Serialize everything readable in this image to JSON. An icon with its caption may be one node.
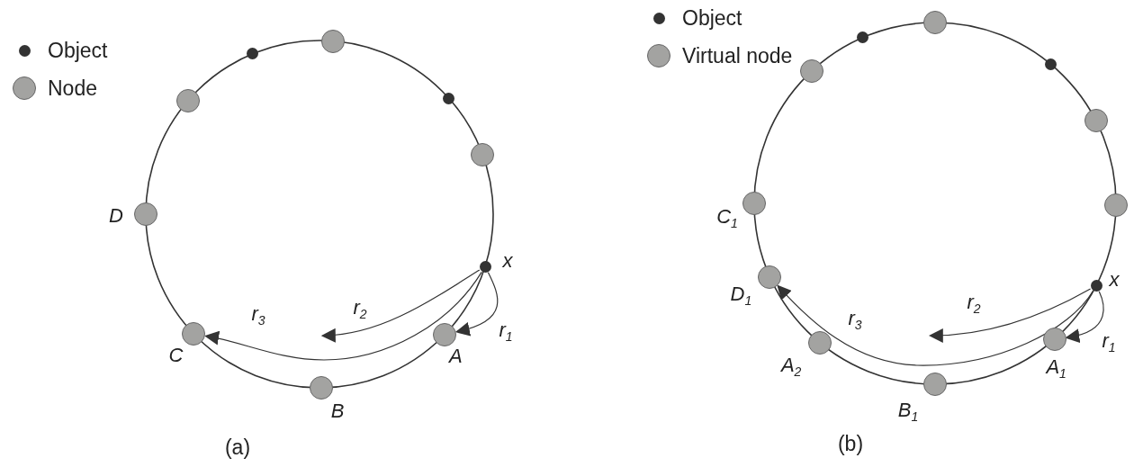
{
  "diagram": {
    "nodes": [
      {
        "text": [],
        "shape": "circle"
      },
      {
        "text": [],
        "shape": "dot"
      },
      {
        "text": [],
        "shape": "dot"
      },
      {
        "text": [],
        "shape": "circle"
      },
      {
        "text": [],
        "shape": "circle"
      },
      {
        "text": [],
        "shape": "circle",
        "beside": [
          "D"
        ]
      },
      {
        "text": [],
        "shape": "dot",
        "beside": [
          "x"
        ]
      },
      {
        "text": [],
        "shape": "circle",
        "beside": [
          "C"
        ]
      },
      {
        "text": [],
        "shape": "circle",
        "beside": [
          "A"
        ]
      },
      {
        "text": [],
        "shape": "circle",
        "beside": [
          "B"
        ]
      },
      {
        "text": [],
        "shape": "circle"
      },
      {
        "text": [],
        "shape": "dot"
      },
      {
        "text": [],
        "shape": "dot"
      },
      {
        "text": [],
        "shape": "circle"
      },
      {
        "text": [],
        "shape": "circle"
      },
      {
        "text": [],
        "shape": "circle",
        "beside": [
          "C$_{1}$"
        ]
      },
      {
        "text": [],
        "shape": "circle"
      },
      {
        "text": [],
        "shape": "dot",
        "beside": [
          "x"
        ]
      },
      {
        "text": [],
        "shape": "circle",
        "beside": [
          "D$_{1}$"
        ]
      },
      {
        "text": [],
        "shape": "circle",
        "beside": [
          "A$_{1}$"
        ]
      },
      {
        "text": [],
        "shape": "circle",
        "beside": [
          "A$_{2}$"
        ]
      },
      {
        "text": [],
        "shape": "circle",
        "beside": [
          "B$_{1}$"
        ]
      }
    ],
    "edges": [
      {
        "from": 6,
        "to": 8,
        "arrow": "to",
        "label": "r$_{1}$"
      },
      {
        "from": 6,
        "to": null,
        "arrow": "to",
        "label": "r$_{2}$"
      },
      {
        "from": 6,
        "to": 7,
        "arrow": "to",
        "label": "r$_{3}$"
      },
      {
        "from": 17,
        "to": 19,
        "arrow": "to",
        "label": "r$_{1}$"
      },
      {
        "from": 17,
        "to": null,
        "arrow": "to",
        "label": "r$_{2}$"
      },
      {
        "from": 17,
        "to": 18,
        "arrow": "to",
        "label": "r$_{3}$"
      }
    ],
    "labels": [
      "(a)",
      "(b)"
    ],
    "legend": [
      {
        "text": "Object"
      },
      {
        "text": "Node"
      },
      {
        "text": "Object"
      },
      {
        "text": "Virtual node"
      }
    ]
  }
}
